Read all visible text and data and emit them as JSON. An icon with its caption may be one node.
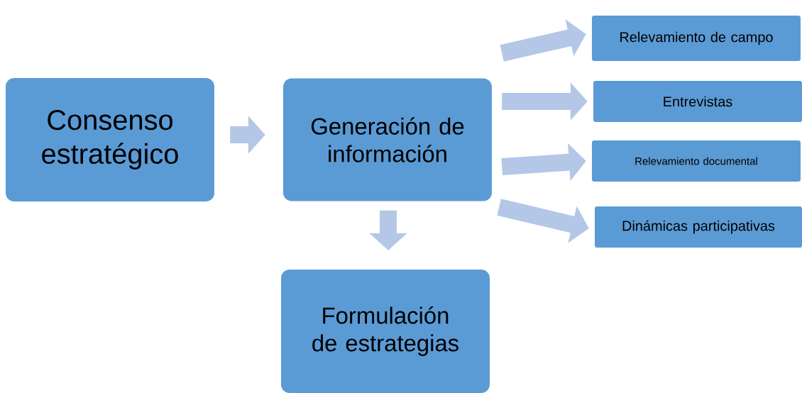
{
  "diagram": {
    "nodes": [
      {
        "text": [
          "Consenso estratégico"
        ]
      },
      {
        "text": [
          "Generación de información"
        ]
      },
      {
        "text": [
          "Formulación de estrategias"
        ]
      },
      {
        "text": [
          "Relevamiento de campo"
        ]
      },
      {
        "text": [
          "Entrevistas"
        ]
      },
      {
        "text": [
          "Relevamiento documental"
        ]
      },
      {
        "text": [
          "Dinámicas participativas"
        ]
      }
    ],
    "edges": [
      {
        "from": 0,
        "to": 1,
        "arrow": "to"
      },
      {
        "from": 1,
        "to": 2,
        "arrow": "to"
      },
      {
        "from": 1,
        "to": 3,
        "arrow": "to"
      },
      {
        "from": 1,
        "to": 4,
        "arrow": "to"
      },
      {
        "from": 1,
        "to": 5,
        "arrow": "to"
      },
      {
        "from": 1,
        "to": 6,
        "arrow": "to"
      }
    ]
  }
}
